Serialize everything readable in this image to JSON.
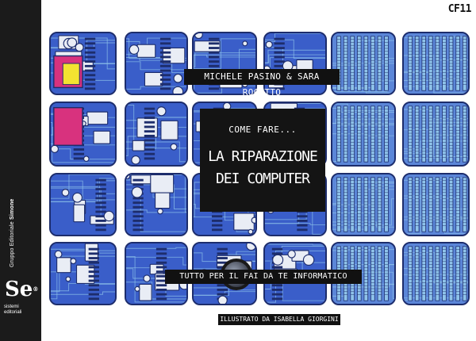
{
  "spine": {
    "publisher_prefix": "Gruppo Editoriale ",
    "publisher_name": "Simone",
    "logo_text": "Se",
    "logo_mark": "®",
    "logo_caption_line1": "sistemi",
    "logo_caption_line2": "editoriali"
  },
  "series_code": "CF11",
  "authors": "MICHELE PASINO & SARA ROCUTTO",
  "title": {
    "kicker": "COME FARE...",
    "line1": "LA RIPARAZIONE",
    "line2": "DEI COMPUTER"
  },
  "tagline": "TUTTO PER IL FAI DA TE INFORMATICO",
  "illustrator": "ILLUSTRATO DA ISABELLA GIORGINI",
  "colors": {
    "spine": "#1b1b1b",
    "board_blue": "#3a5ec9",
    "board_dark": "#1d2d6c",
    "chip_white": "#e9edf5",
    "accent_magenta": "#d8327e",
    "accent_yellow": "#f3e331",
    "light_blue": "#8fc3ea"
  },
  "icons": [
    "circuit-board-illustration",
    "camera-lens-icon"
  ]
}
